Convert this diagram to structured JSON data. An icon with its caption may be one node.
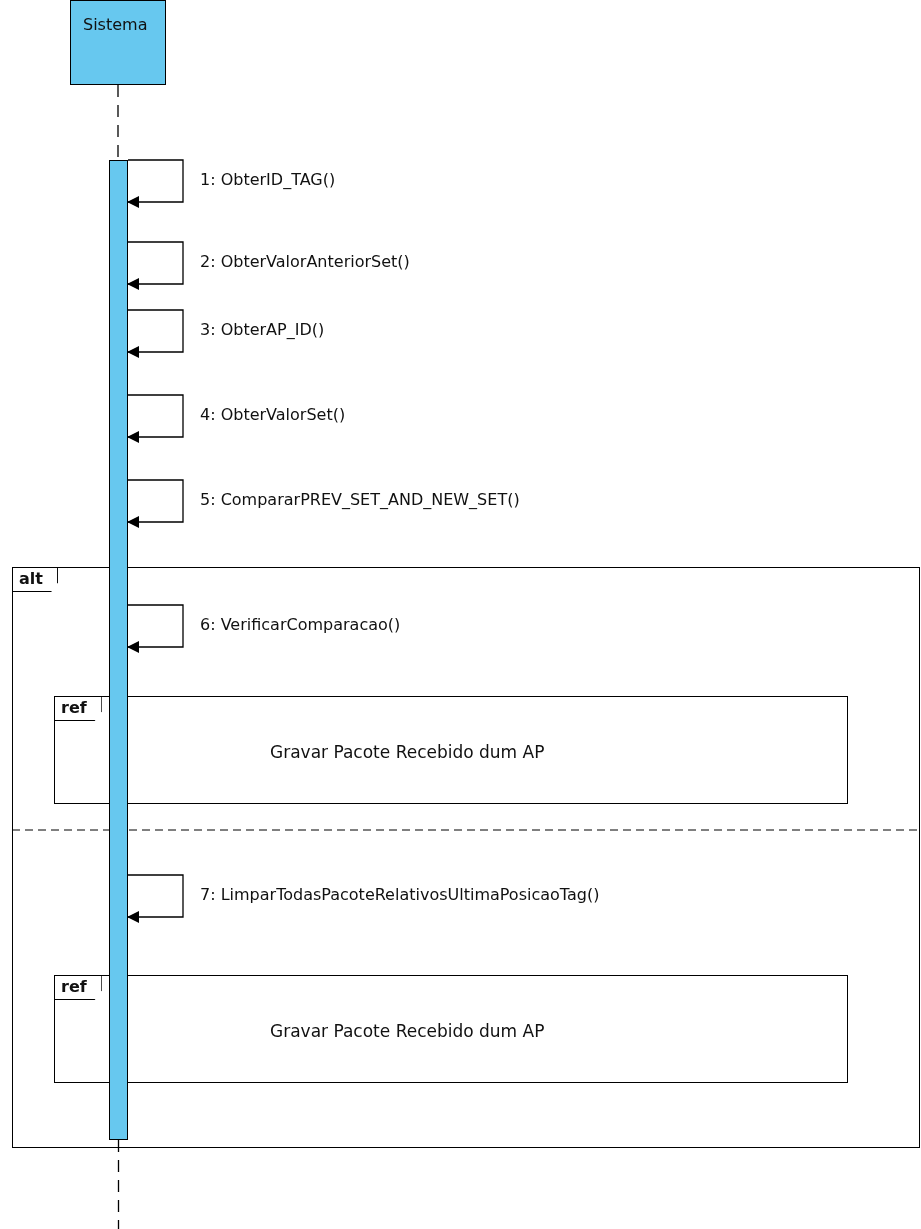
{
  "diagram": {
    "nodes": [
      {
        "text": [
          "Sistema"
        ]
      },
      {
        "text": [],
        "shape": "bar"
      },
      {
        "text": [
          "alt"
        ]
      },
      {
        "text": [
          "ref",
          "Gravar Pacote Recebido dum AP"
        ],
        "in": 2
      },
      {
        "text": [
          "ref",
          "Gravar Pacote Recebido dum AP"
        ],
        "in": 2
      }
    ],
    "edges": [
      {
        "from": 0,
        "to": 1,
        "arrow": "none",
        "style": "dashed"
      },
      {
        "from": 1,
        "to": 1,
        "arrow": "to",
        "label": "1: ObterID_TAG()"
      },
      {
        "from": 1,
        "to": 1,
        "arrow": "to",
        "label": "2: ObterValorAnteriorSet()"
      },
      {
        "from": 1,
        "to": 1,
        "arrow": "to",
        "label": "3: ObterAP_ID()"
      },
      {
        "from": 1,
        "to": 1,
        "arrow": "to",
        "label": "4: ObterValorSet()"
      },
      {
        "from": 1,
        "to": 1,
        "arrow": "to",
        "label": "5: CompararPREV_SET_AND_NEW_SET()"
      },
      {
        "from": 1,
        "to": 1,
        "arrow": "to",
        "label": "6: VerificarComparacao()"
      },
      {
        "from": 1,
        "to": 1,
        "arrow": "to",
        "label": "7: LimparTodasPacoteRelativosUltimaPosicaoTag()"
      },
      {
        "from": 1,
        "to": null,
        "arrow": "none",
        "style": "dashed"
      }
    ]
  }
}
